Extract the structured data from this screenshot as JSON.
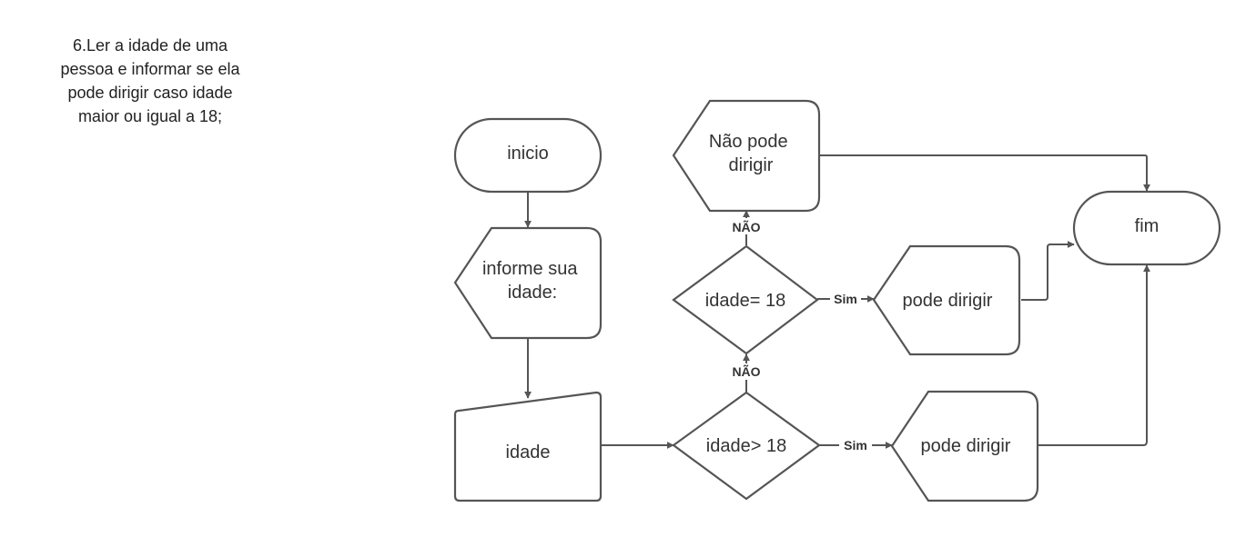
{
  "task": {
    "lines": [
      "6.Ler a idade de uma",
      "pessoa e informar se ela",
      "pode dirigir caso idade",
      "maior ou igual a 18;"
    ]
  },
  "nodes": {
    "inicio": "inicio",
    "display_informe": [
      "informe sua",
      "idade:"
    ],
    "input_idade": "idade",
    "decision_maior": "idade> 18",
    "decision_igual": "idade= 18",
    "display_nao_pode": [
      "Não pode",
      "dirigir"
    ],
    "display_pode_1": "pode dirigir",
    "display_pode_2": "pode dirigir",
    "fim": "fim"
  },
  "edges": {
    "nao_1": "NÃO",
    "nao_2": "NÃO",
    "sim_1": "Sim",
    "sim_2": "Sim"
  },
  "colors": {
    "stroke": "#555555",
    "text": "#333333",
    "background": "#ffffff"
  }
}
